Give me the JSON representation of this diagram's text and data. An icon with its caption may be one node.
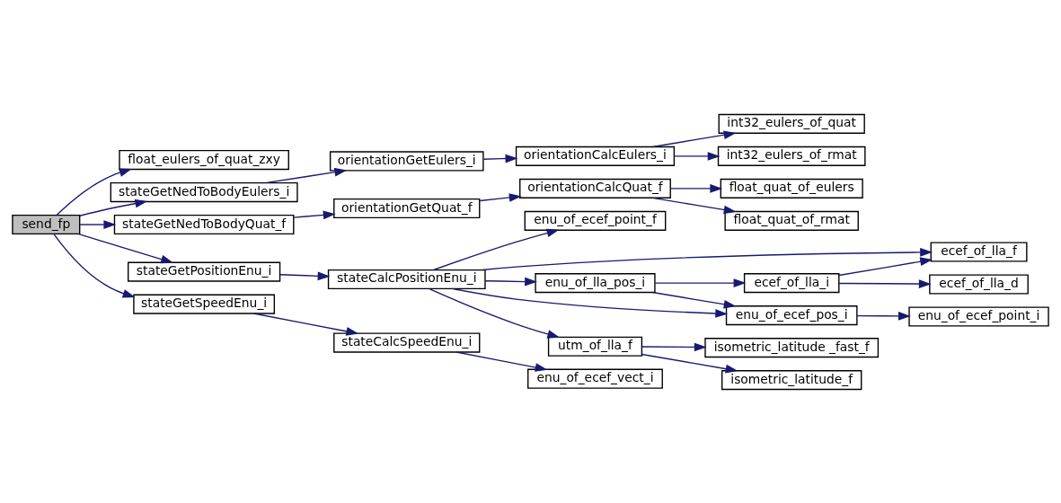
{
  "diagram": {
    "nodes": [
      {
        "text": [
          "send_fp"
        ]
      },
      {
        "text": [
          "float_eulers_of_quat_zxy"
        ]
      },
      {
        "text": [
          "stateGetNedToBodyEulers_i"
        ]
      },
      {
        "text": [
          "stateGetNedToBodyQuat_f"
        ]
      },
      {
        "text": [
          "stateGetPositionEnu_i"
        ]
      },
      {
        "text": [
          "stateGetSpeedEnu_i"
        ]
      },
      {
        "text": [
          "orientationGetEulers_i"
        ]
      },
      {
        "text": [
          "orientationGetQuat_f"
        ]
      },
      {
        "text": [
          "stateCalcPositionEnu_i"
        ]
      },
      {
        "text": [
          "stateCalcSpeedEnu_i"
        ]
      },
      {
        "text": [
          "orientationCalcEulers_i"
        ]
      },
      {
        "text": [
          "orientationCalcQuat_f"
        ]
      },
      {
        "text": [
          "enu_of_lla_pos_i"
        ]
      },
      {
        "text": [
          "utm_of_lla_f"
        ]
      },
      {
        "text": [
          "enu_of_ecef_point_f"
        ]
      },
      {
        "text": [
          "enu_of_ecef_vect_i"
        ]
      },
      {
        "text": [
          "int32_eulers_of_rmat"
        ]
      },
      {
        "text": [
          "int32_eulers_of_quat"
        ]
      },
      {
        "text": [
          "float_quat_of_rmat"
        ]
      },
      {
        "text": [
          "float_quat_of_eulers"
        ]
      },
      {
        "text": [
          "enu_of_ecef_pos_i"
        ]
      },
      {
        "text": [
          "ecef_of_lla_i"
        ]
      },
      {
        "text": [
          "isometric_latitude _fast_f"
        ]
      },
      {
        "text": [
          "isometric_latitude_f"
        ]
      },
      {
        "text": [
          "enu_of_ecef_point_i"
        ]
      },
      {
        "text": [
          "ecef_of_lla_d"
        ]
      },
      {
        "text": [
          "ecef_of_lla_f"
        ]
      }
    ],
    "edges": [
      {
        "from": 0,
        "to": 1,
        "arrow": "to"
      },
      {
        "from": 0,
        "to": 2,
        "arrow": "to"
      },
      {
        "from": 0,
        "to": 3,
        "arrow": "to"
      },
      {
        "from": 0,
        "to": 4,
        "arrow": "to"
      },
      {
        "from": 0,
        "to": 5,
        "arrow": "to"
      },
      {
        "from": 2,
        "to": 6,
        "arrow": "to"
      },
      {
        "from": 3,
        "to": 7,
        "arrow": "to"
      },
      {
        "from": 4,
        "to": 8,
        "arrow": "to"
      },
      {
        "from": 5,
        "to": 9,
        "arrow": "to"
      },
      {
        "from": 6,
        "to": 10,
        "arrow": "to"
      },
      {
        "from": 7,
        "to": 11,
        "arrow": "to"
      },
      {
        "from": 10,
        "to": 16,
        "arrow": "to"
      },
      {
        "from": 10,
        "to": 17,
        "arrow": "to"
      },
      {
        "from": 11,
        "to": 18,
        "arrow": "to"
      },
      {
        "from": 11,
        "to": 19,
        "arrow": "to"
      },
      {
        "from": 8,
        "to": 20,
        "arrow": "to"
      },
      {
        "from": 8,
        "to": 12,
        "arrow": "to"
      },
      {
        "from": 8,
        "to": 13,
        "arrow": "to"
      },
      {
        "from": 8,
        "to": 26,
        "arrow": "to"
      },
      {
        "from": 8,
        "to": 14,
        "arrow": "to"
      },
      {
        "from": 9,
        "to": 15,
        "arrow": "to"
      },
      {
        "from": 12,
        "to": 20,
        "arrow": "to"
      },
      {
        "from": 12,
        "to": 21,
        "arrow": "to"
      },
      {
        "from": 20,
        "to": 24,
        "arrow": "to"
      },
      {
        "from": 21,
        "to": 25,
        "arrow": "to"
      },
      {
        "from": 21,
        "to": 26,
        "arrow": "to"
      },
      {
        "from": 13,
        "to": 22,
        "arrow": "to"
      },
      {
        "from": 13,
        "to": 23,
        "arrow": "to"
      }
    ]
  }
}
